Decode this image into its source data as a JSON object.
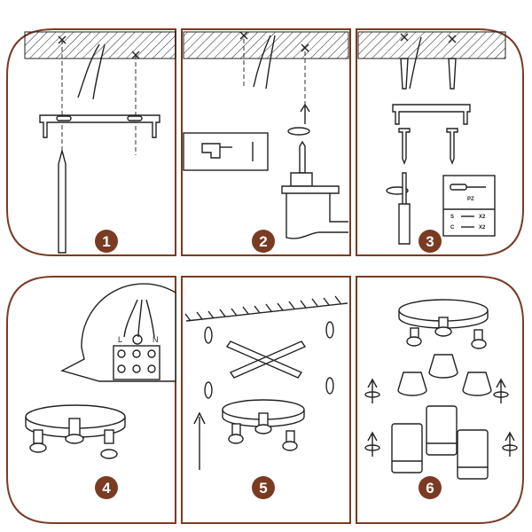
{
  "steps": [
    {
      "number": "1"
    },
    {
      "number": "2"
    },
    {
      "number": "3"
    },
    {
      "number": "4"
    },
    {
      "number": "5"
    },
    {
      "number": "6"
    }
  ],
  "step3_legend": {
    "tool": "PZ",
    "row_s": "S",
    "row_c": "C",
    "count_s": "X2",
    "count_c": "X2"
  },
  "step4_labels": {
    "live": "L",
    "neutral": "N"
  },
  "colors": {
    "frame": "#7a3b22",
    "line": "#222222"
  }
}
